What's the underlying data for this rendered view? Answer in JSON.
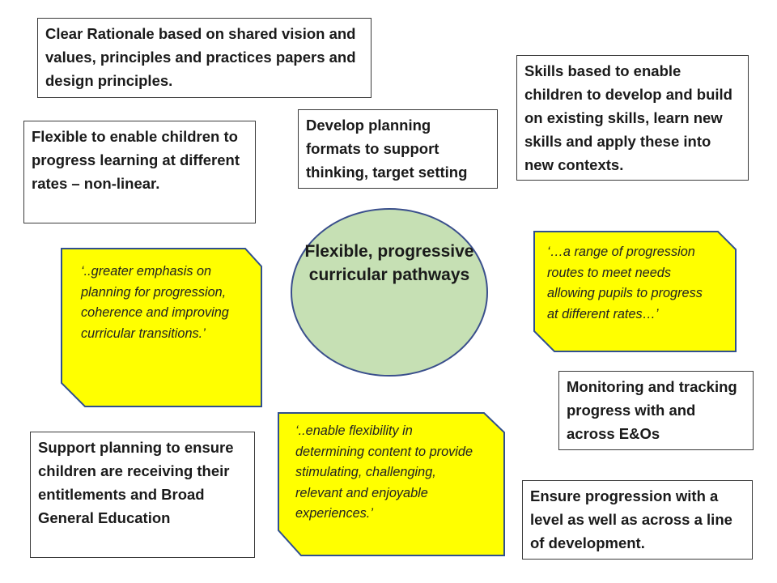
{
  "center": {
    "title": "Flexible, progressive curricular pathways"
  },
  "boxes": {
    "rationale": "Clear Rationale based on shared vision and values, principles and practices papers and design principles.",
    "skills": "Skills based to enable children to develop and build on existing skills, learn new skills and apply these into new contexts.",
    "flexible": "Flexible to enable children to progress learning at different rates – non-linear.",
    "planning_formats": "Develop planning formats to support thinking, target setting",
    "monitoring": "Monitoring and tracking progress with and across E&Os",
    "support_planning": "Support planning to ensure children are receiving their entitlements and Broad General Education",
    "ensure_progression": "Ensure progression with a level as well as across a line of development."
  },
  "quotes": {
    "emphasis": "‘..greater emphasis on planning for progression, coherence and improving curricular transitions.’",
    "range": "‘…a range of progression routes to meet needs allowing pupils to progress at different rates…’",
    "enable": "‘..enable flexibility in determining content to provide stimulating, challenging, relevant and enjoyable experiences.’"
  },
  "colors": {
    "ellipse_fill": "#c6e0b4",
    "ellipse_stroke": "#3a4f8c",
    "note_fill": "#ffff00",
    "note_stroke": "#2f4f8f"
  }
}
